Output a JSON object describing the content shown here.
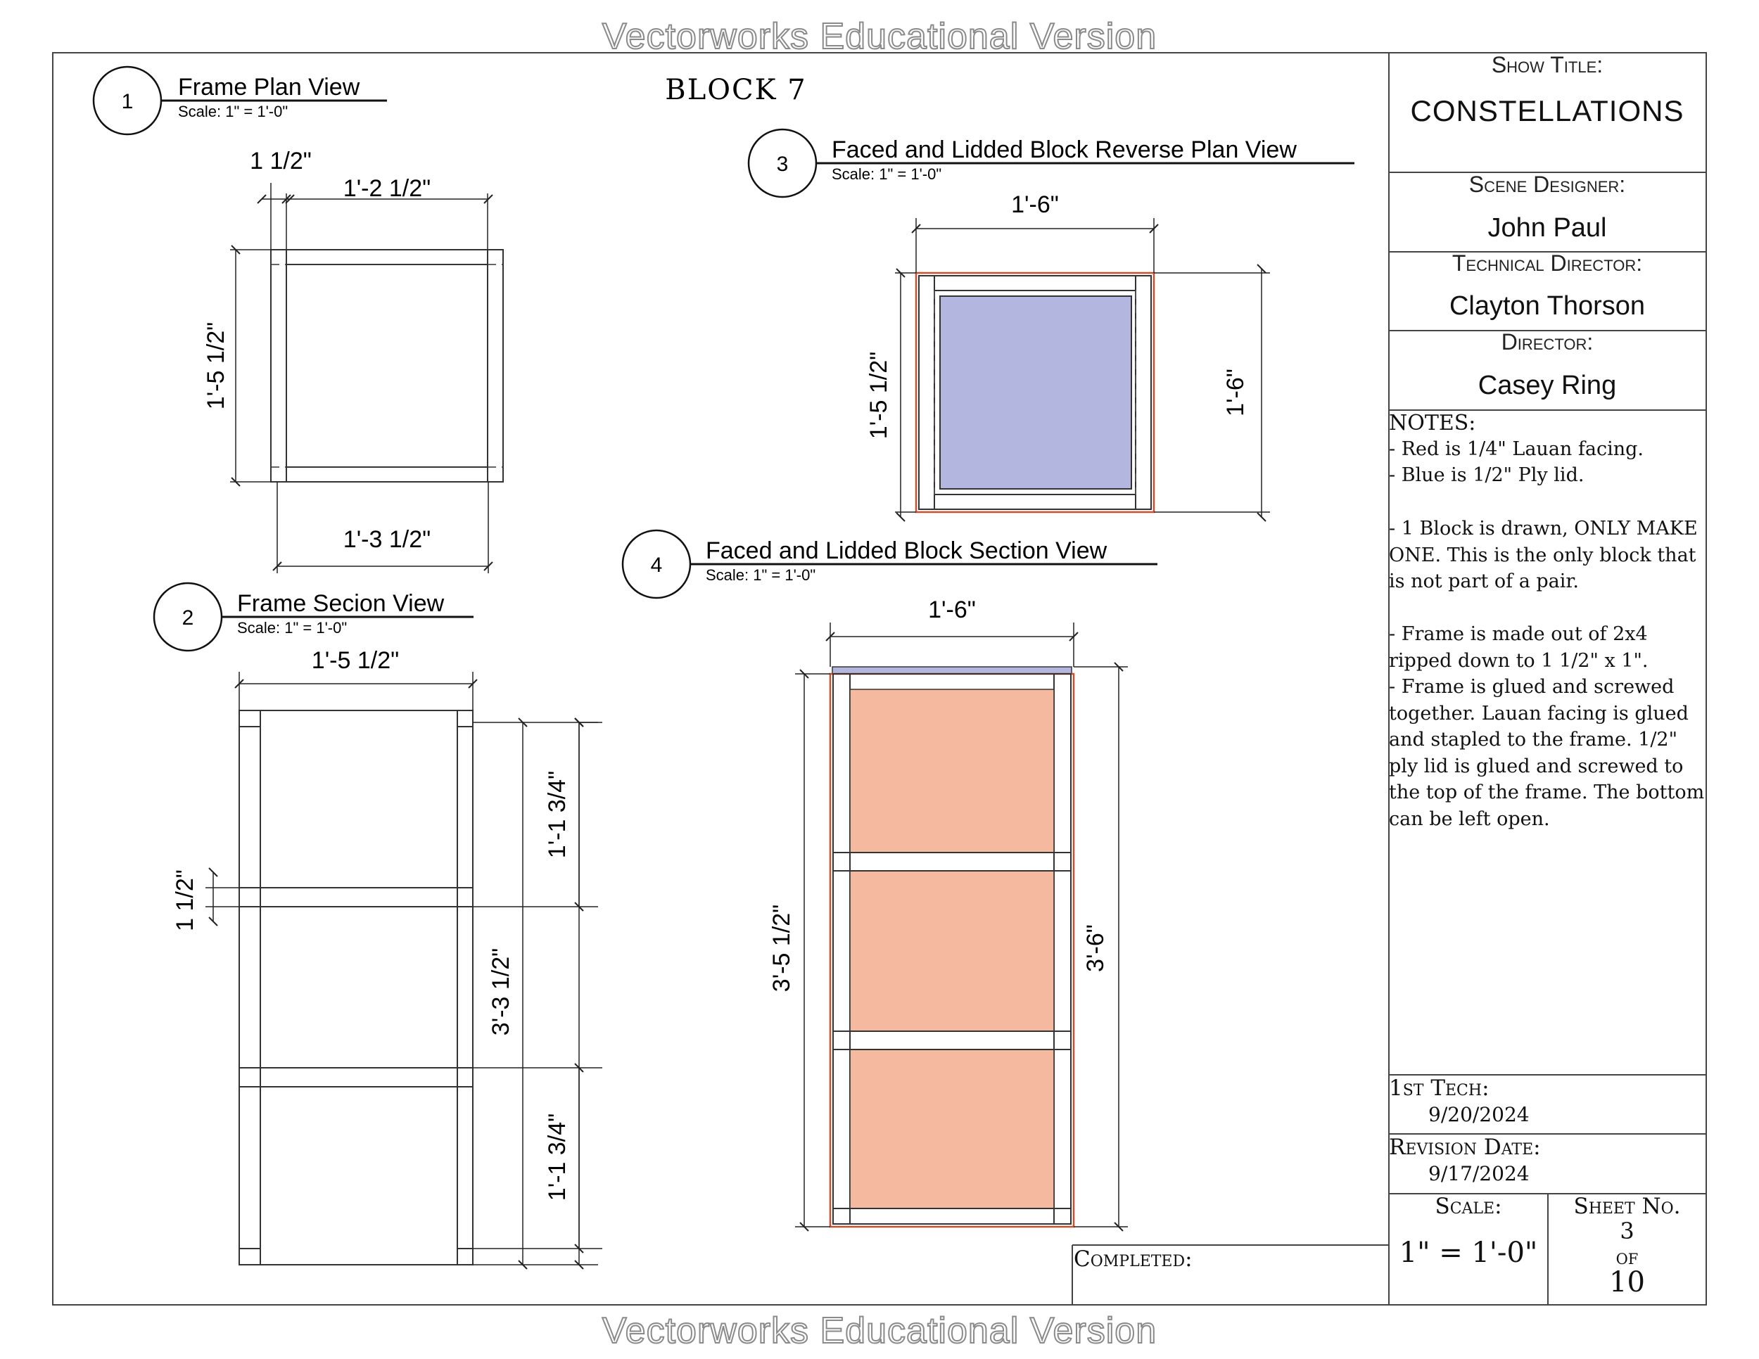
{
  "watermark": "Vectorworks Educational Version",
  "block_title": "BLOCK 7",
  "views": [
    {
      "number": "1",
      "title": "Frame Plan View",
      "scale": "Scale: 1\" = 1'-0\""
    },
    {
      "number": "2",
      "title": "Frame Secion View",
      "scale": "Scale: 1\" = 1'-0\""
    },
    {
      "number": "3",
      "title": "Faced and Lidded Block Reverse Plan View",
      "scale": "Scale: 1\" = 1'-0\""
    },
    {
      "number": "4",
      "title": "Faced and Lidded Block Section View",
      "scale": "Scale: 1\" = 1'-0\""
    }
  ],
  "dimensions": {
    "v1_rail": "1 1/2\"",
    "v1_top": "1'-2 1/2\"",
    "v1_left": "1'-5 1/2\"",
    "v1_bottom": "1'-3 1/2\"",
    "v2_top": "1'-5 1/2\"",
    "v2_rail": "1 1/2\"",
    "v2_upper": "1'-1 3/4\"",
    "v2_total": "3'-3 1/2\"",
    "v2_lower": "1'-1 3/4\"",
    "v3_top": "1'-6\"",
    "v3_left": "1'-5 1/2\"",
    "v3_right": "1'-6\"",
    "v4_top": "1'-6\"",
    "v4_left": "3'-5 1/2\"",
    "v4_right": "3'-6\""
  },
  "title_block": {
    "show_title_label": "Show Title:",
    "show_title": "CONSTELLATIONS",
    "scene_designer_label": "Scene Designer:",
    "scene_designer": "John Paul",
    "technical_director_label": "Technical Director:",
    "technical_director": "Clayton Thorson",
    "director_label": "Director:",
    "director": "Casey Ring",
    "notes_label": "NOTES:",
    "notes": [
      "- Red is 1/4\" Lauan facing.",
      "- Blue is 1/2\" Ply lid.",
      "- 1 Block is drawn, ONLY MAKE ONE. This is the only block that is not part of a pair.",
      "- Frame is made out of 2x4 ripped down to 1 1/2\" x 1\".",
      "- Frame is glued and screwed together. Lauan facing is glued and stapled to the frame. 1/2\" ply lid is glued and screwed to the top of the frame. The bottom can be left open."
    ],
    "first_tech_label": "1st Tech:",
    "first_tech": "9/20/2024",
    "revision_label": "Revision Date:",
    "revision": "9/17/2024",
    "scale_label": "Scale:",
    "scale": "1\" = 1'-0\"",
    "sheet_label": "Sheet No.",
    "sheet_number": "3",
    "sheet_of": "of",
    "sheet_total": "10",
    "completed_label": "Completed:"
  },
  "colors": {
    "facing": "#F5B9A0",
    "facing_edge": "#C9502E",
    "lid": "#B3B6DE",
    "frame_line": "#333333"
  }
}
